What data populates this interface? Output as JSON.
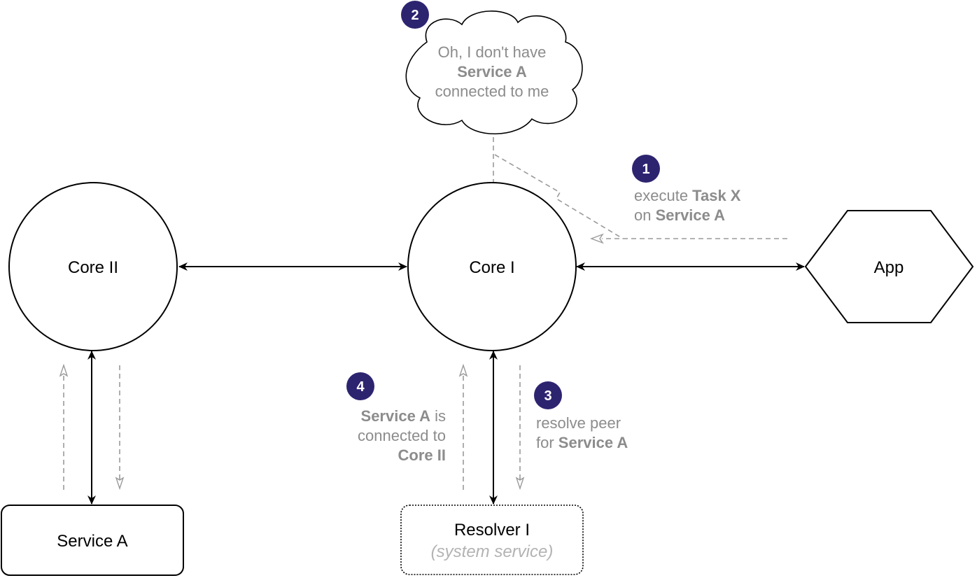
{
  "nodes": {
    "core_ii": "Core II",
    "core_i": "Core I",
    "app": "App",
    "service_a": "Service A",
    "resolver": "Resolver I",
    "resolver_sub": "(system service)"
  },
  "steps": {
    "s1": {
      "number": "1",
      "line1_a": "execute ",
      "line1_b": "Task X",
      "line2_a": "on ",
      "line2_b": "Service A"
    },
    "s2": {
      "number": "2",
      "line1": "Oh, I don't have",
      "line2": "Service A",
      "line3": "connected to me"
    },
    "s3": {
      "number": "3",
      "line1": "resolve peer",
      "line2_a": "for ",
      "line2_b": "Service A"
    },
    "s4": {
      "number": "4",
      "line1_a": "Service A",
      "line1_b": " is",
      "line2": "connected to",
      "line3": "Core II"
    }
  },
  "colors": {
    "step_badge": "#2d2470",
    "note_text": "#8c8c8c",
    "dashed_flow": "#9a9a9a",
    "sub_label": "#b3b3b3"
  }
}
